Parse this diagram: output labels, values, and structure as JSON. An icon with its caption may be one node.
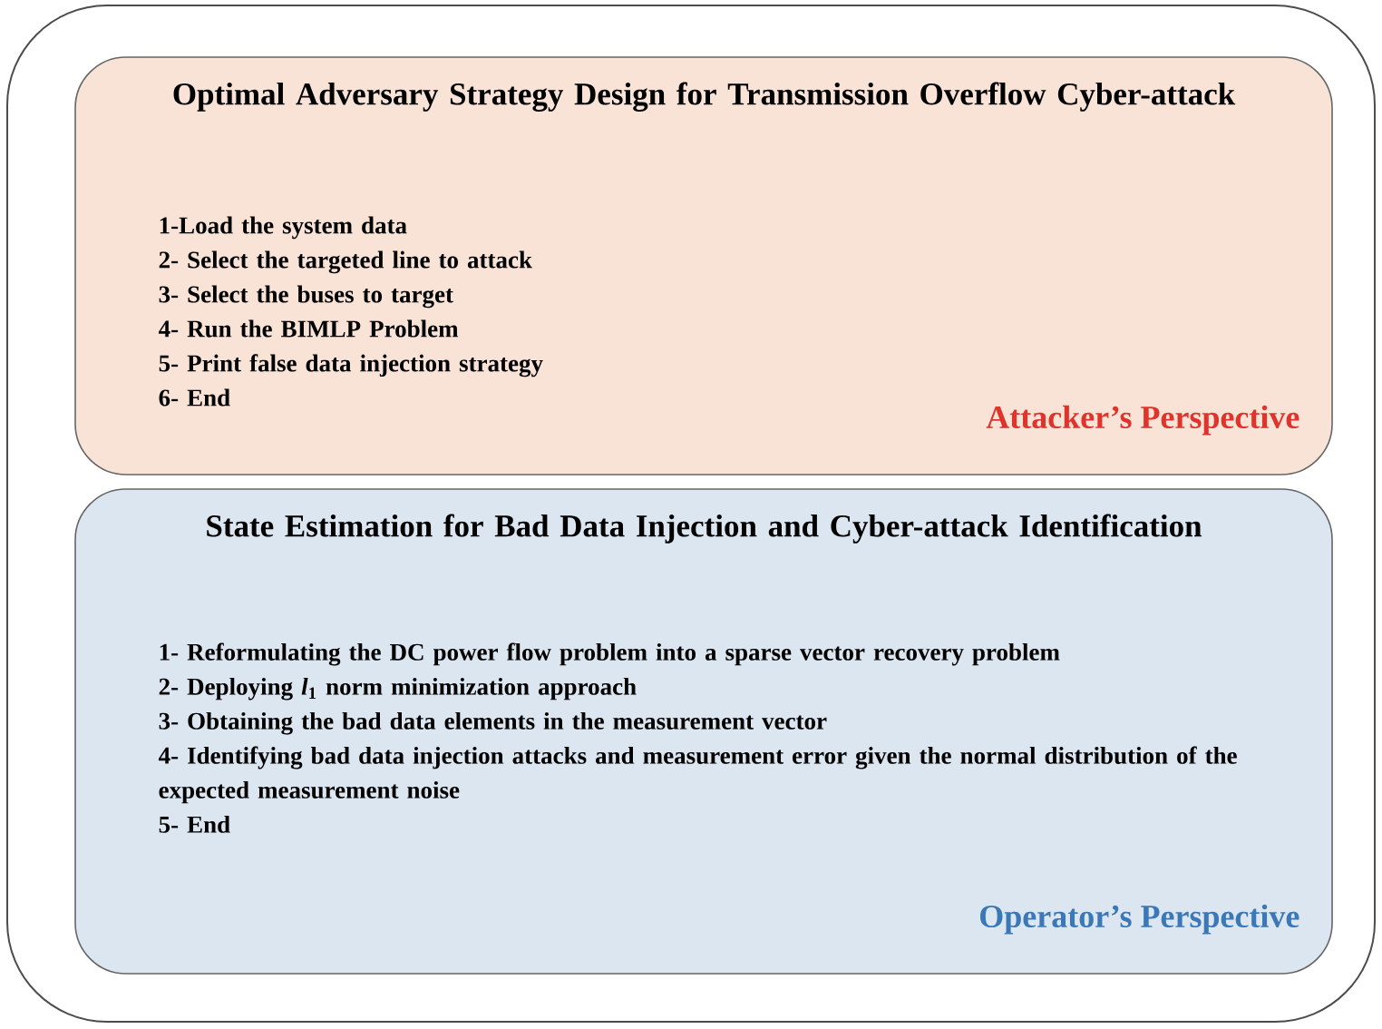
{
  "diagram": {
    "nodes": [
      {
        "text": [],
        "shape": "box"
      },
      {
        "text": [
          "Optimal Adversary Strategy Design for Transmission Overflow Cyber-attack",
          "1-Load the system data",
          "2- Select the targeted line to attack",
          "3- Select the buses to target",
          "4- Run the BIMLP Problem",
          "5- Print false data injection strategy",
          "6- End",
          "Attacker’s Perspective"
        ],
        "in": 0
      },
      {
        "text": [
          "State Estimation for Bad Data Injection and Cyber-attack Identification",
          "1- Reformulating the DC power flow problem into a sparse vector recovery problem",
          "2- Deploying *l*$_{1}$ norm minimization approach",
          "3- Obtaining the bad data elements in the measurement vector",
          "4- Identifying bad data injection attacks and measurement error given the normal distribution of the expected measurement noise",
          "5- End",
          "Operator’s Perspective"
        ],
        "in": 0
      }
    ]
  }
}
